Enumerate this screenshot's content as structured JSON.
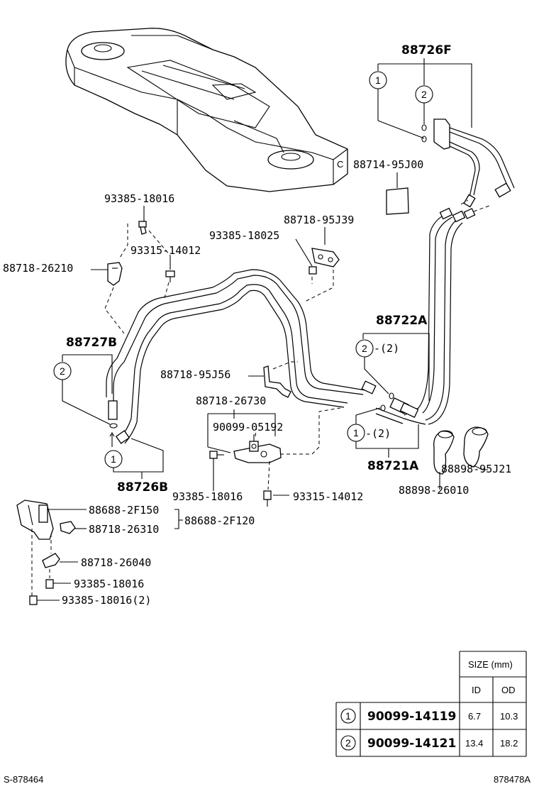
{
  "labels": {
    "l88726F": "88726F",
    "l88714": "88714-95J00",
    "l93385_18016_top": "93385-18016",
    "l88718_95J39": "88718-95J39",
    "l93385_18025": "93385-18025",
    "l93315_14012_top": "93315-14012",
    "l88718_26210": "88718-26210",
    "l88722A": "88722A",
    "l88727B": "88727B",
    "l88718_95J56": "88718-95J56",
    "l88718_26730": "88718-26730",
    "l90099_05192": "90099-05192",
    "l88726B": "88726B",
    "l93385_18016_mid": "93385-18016",
    "l93315_14012_bot": "93315-14012",
    "l88721A": "88721A",
    "l88898_95J21": "88898-95J21",
    "l88898_26010": "88898-26010",
    "l88688_2F150": "88688-2F150",
    "l88718_26310": "88718-26310",
    "l88688_2F120": "88688-2F120",
    "l88718_26040": "88718-26040",
    "l93385_18016_b1": "93385-18016",
    "l93385_18016_b2": "93385-18016(2)",
    "qty2_a": "-(2)",
    "qty2_b": "-(2)",
    "tank_c": "C",
    "num1": "1",
    "num2": "2"
  },
  "table": {
    "size_header": "SIZE (mm)",
    "col_id": "ID",
    "col_od": "OD",
    "rows": [
      {
        "ref": "1",
        "part": "90099-14119",
        "id": "6.7",
        "od": "10.3"
      },
      {
        "ref": "2",
        "part": "90099-14121",
        "id": "13.4",
        "od": "18.2"
      }
    ]
  },
  "footer": {
    "left": "S-878464",
    "right": "878478A"
  }
}
